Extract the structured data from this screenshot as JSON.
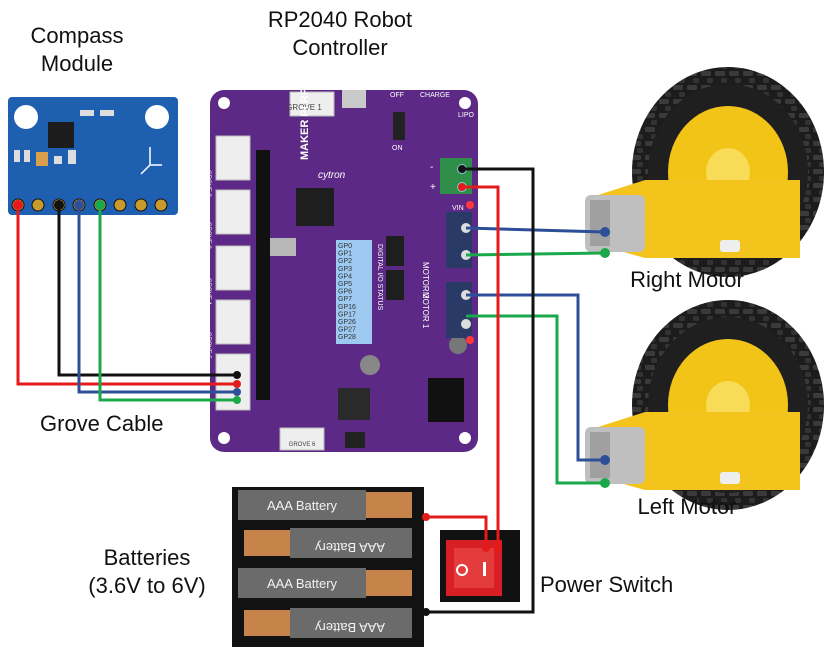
{
  "labels": {
    "compass_line1": "Compass",
    "compass_line2": "Module",
    "controller_line1": "RP2040 Robot",
    "controller_line2": "Controller",
    "right_motor": "Right Motor",
    "left_motor": "Left Motor",
    "grove_cable": "Grove Cable",
    "batteries_line1": "Batteries",
    "batteries_line2": "(3.6V to 6V)",
    "power_switch": "Power Switch"
  },
  "board_text": {
    "brand": "MAKER PI RP2040",
    "maker": "cytron",
    "motor1": "MOTOR 1",
    "motor2": "MOTOR 2",
    "digital_io": "DIGITAL I/O STATUS",
    "charge": "CHARGE",
    "off": "OFF",
    "on": "ON",
    "vin": "VIN",
    "plus": "+",
    "minus": "-",
    "lipo": "LIPO",
    "grove1": "GROVE 1",
    "grove2": "GROVE 2",
    "grove3": "GROVE 3",
    "grove4": "GROVE 4",
    "grove5": "GROVE 5",
    "grove6": "GROVE 6",
    "gp_labels": [
      "GP0",
      "GP1",
      "GP2",
      "GP3",
      "GP4",
      "GP5",
      "GP6",
      "GP7",
      "GP16",
      "GP17",
      "GP26",
      "GP27",
      "GP28"
    ]
  },
  "battery_labels": [
    "AAA Battery",
    "AAA Battery",
    "AAA Battery",
    "AAA Battery"
  ],
  "wire_colors": {
    "red": "#e31b1b",
    "black": "#111111",
    "blue": "#2c4f97",
    "green": "#1aa84a"
  },
  "colors": {
    "board": "#5c2a86",
    "compass_board": "#1f5fb0",
    "tire": "#1c1c1c",
    "hub": "#f3c418",
    "gearbox": "#f2c41c",
    "switch": "#d81f26"
  }
}
